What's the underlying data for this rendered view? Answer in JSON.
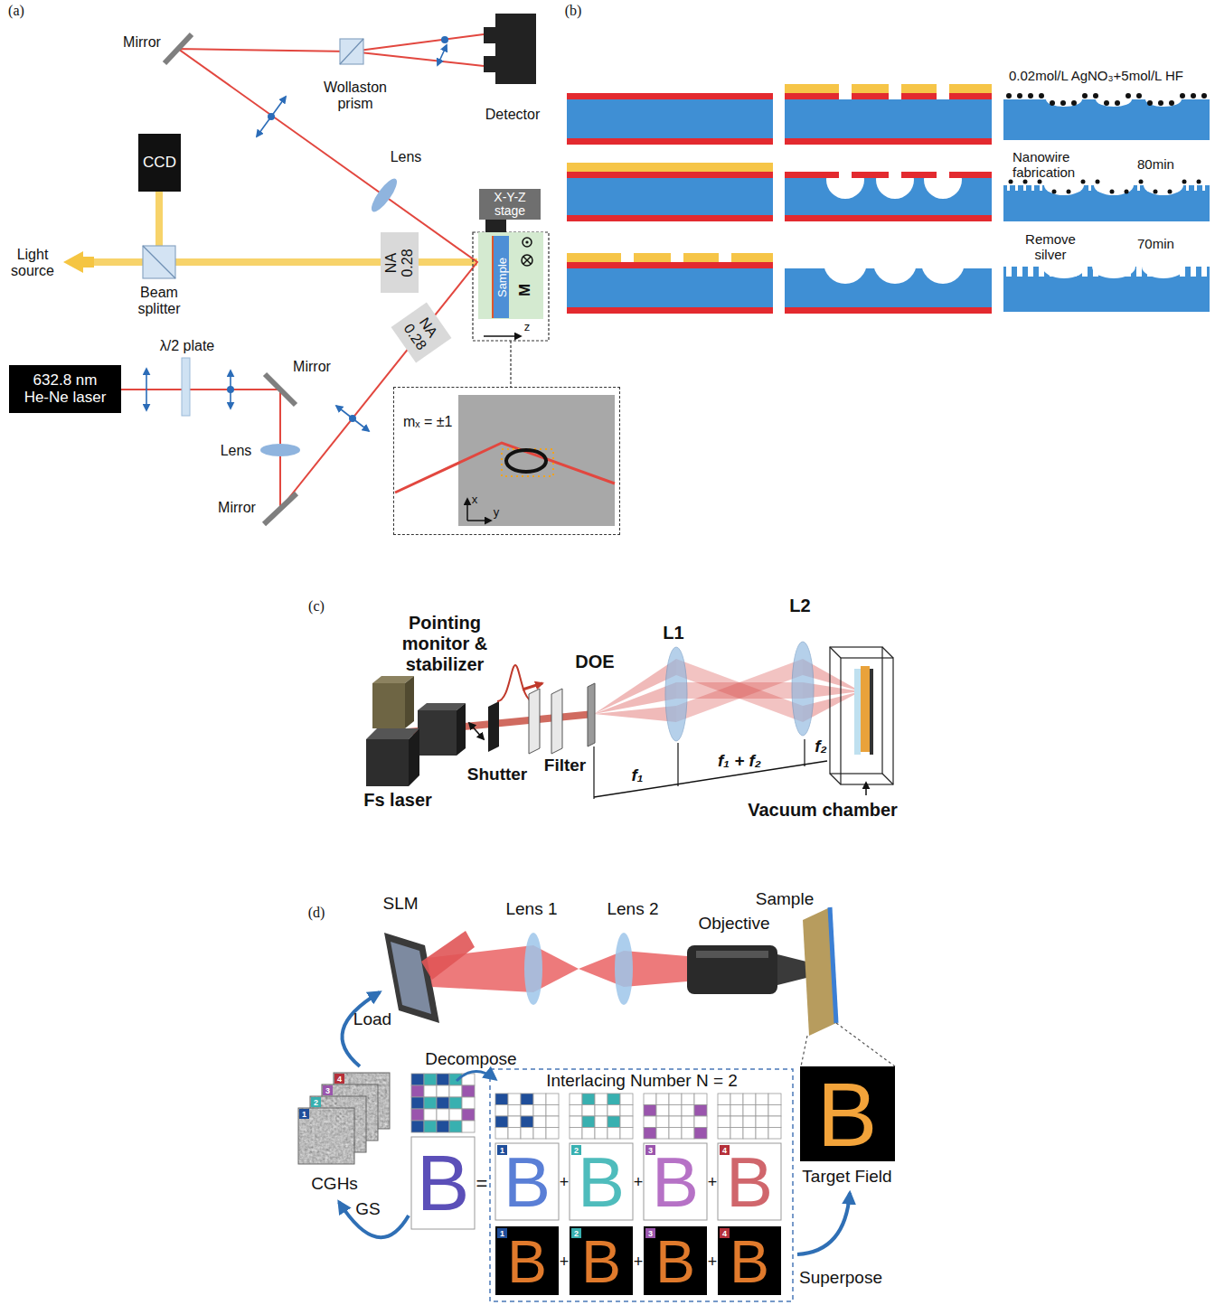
{
  "diagram": {
    "nodes": [
      {
        "text": [
          "CCD"
        ]
      },
      {
        "text": [
          "NA 0.28"
        ]
      },
      {
        "text": [
          "X-Y-Z stage"
        ]
      },
      {
        "text": [
          "M"
        ]
      },
      {
        "text": [
          "Sample"
        ],
        "in": 3
      },
      {
        "text": [
          "NA 0.28"
        ]
      },
      {
        "text": [
          "632.8 nm He-Ne laser"
        ]
      },
      {
        "text": [
          "mₓ = ±1"
        ]
      }
    ],
    "labels": [
      "(a)",
      "Mirror",
      "Wollaston prism",
      "Detector",
      "Lens",
      "Light source",
      "Beam splitter",
      "z",
      "λ/2 plate",
      "Mirror",
      "Lens",
      "Mirror",
      "x",
      "y",
      "(b)",
      "0.02mol/L AgNO₃+5mol/L HF",
      "Nanowire fabrication",
      "80min",
      "Remove silver",
      "70min",
      "(c)",
      "Pointing monitor & stabilizer",
      "DOE",
      "L1",
      "L2",
      "Shutter",
      "Filter",
      "Fs laser",
      "f₁",
      "f₁ + f₂",
      "f₂",
      "Vacuum chamber",
      "(d)",
      "SLM",
      "Lens 1",
      "Lens 2",
      "Objective",
      "Sample",
      "Load",
      "Decompose",
      "Interlacing Number N = 2",
      "CGHs",
      "GS",
      "Target Field",
      "Superpose",
      "B",
      "=",
      "B",
      "B",
      "B",
      "B",
      "+",
      "+",
      "+",
      "B",
      "B",
      "B",
      "B",
      "+",
      "+",
      "+",
      "B",
      "1",
      "2",
      "3",
      "4",
      "1",
      "2",
      "3",
      "4",
      "1",
      "2",
      "3",
      "4"
    ]
  }
}
